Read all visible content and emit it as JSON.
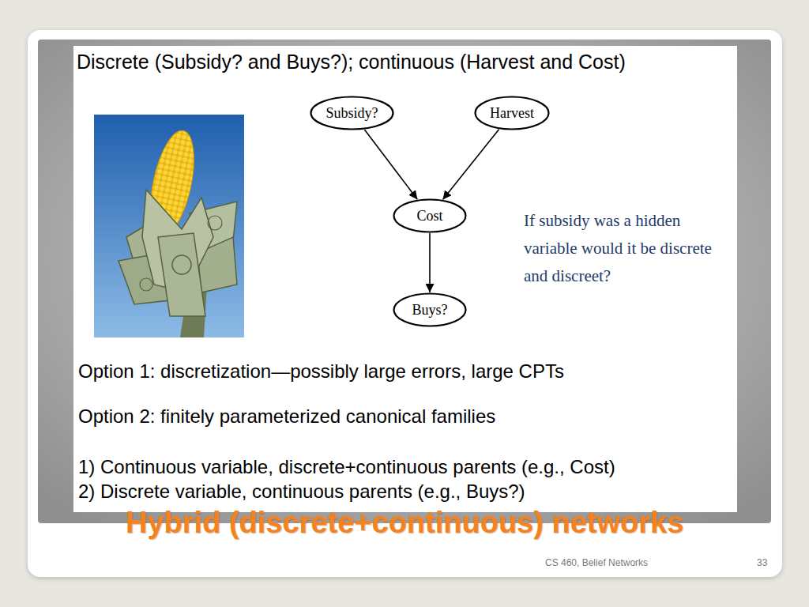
{
  "diagram": {
    "title": "Hybrid (discrete+continuous) networks",
    "nodes": [
      {
        "text": [
          "Subsidy?"
        ]
      },
      {
        "text": [
          "Harvest"
        ]
      },
      {
        "text": [
          "Cost"
        ]
      },
      {
        "text": [
          "Buys?"
        ]
      }
    ],
    "edges": [
      {
        "from": 0,
        "to": 2,
        "arrow": "to"
      },
      {
        "from": 1,
        "to": 2,
        "arrow": "to"
      },
      {
        "from": 2,
        "to": 3,
        "arrow": "to"
      }
    ],
    "labels": [
      "Discrete (Subsidy? and Buys?); continuous (Harvest and Cost)",
      "If subsidy was a hidden variable would it be discrete and discreet?",
      "Option 1: discretization—possibly large errors, large CPTs",
      "Option 2: finitely parameterized canonical families",
      "1) Continuous variable, discrete+continuous parents (e.g., Cost)",
      "2) Discrete variable, continuous parents (e.g., Buys?)",
      "CS 460, Belief Networks",
      "33"
    ]
  }
}
